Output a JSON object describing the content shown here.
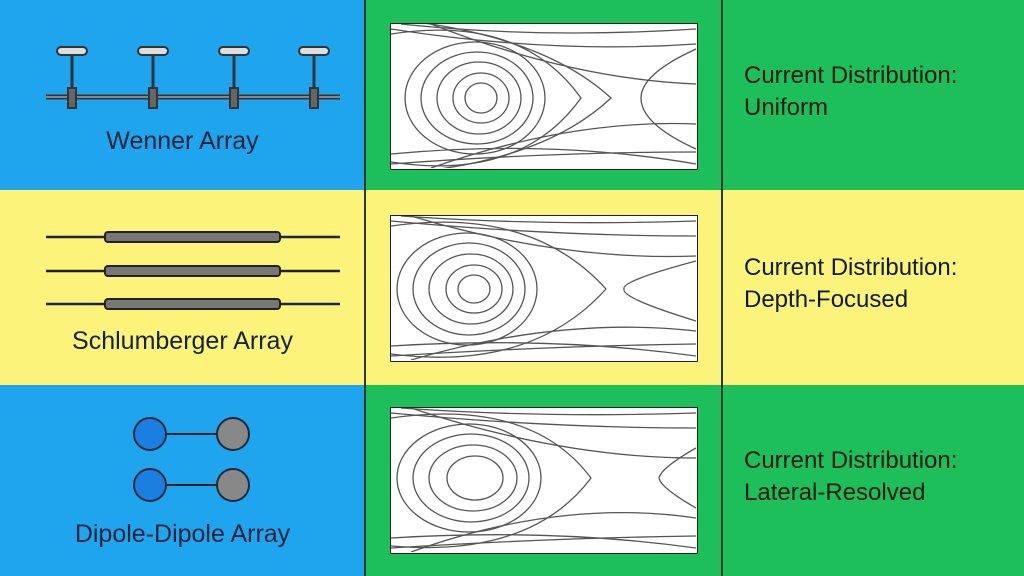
{
  "colors": {
    "blue": "#1ea5ee",
    "yellow": "#fbf37a",
    "green": "#1dbf5a"
  },
  "rows": [
    {
      "array_label": "Wenner Array",
      "distribution_title": "Current Distribution:",
      "distribution_type": "Uniform",
      "icon": "wenner-electrodes-icon"
    },
    {
      "array_label": "Schlumberger Array",
      "distribution_title": "Current Distribution:",
      "distribution_type": "Depth-Focused",
      "icon": "schlumberger-electrodes-icon"
    },
    {
      "array_label": "Dipole-Dipole Array",
      "distribution_title": "Current Distribution:",
      "distribution_type": "Lateral-Resolved",
      "icon": "dipole-dipole-electrodes-icon"
    }
  ]
}
